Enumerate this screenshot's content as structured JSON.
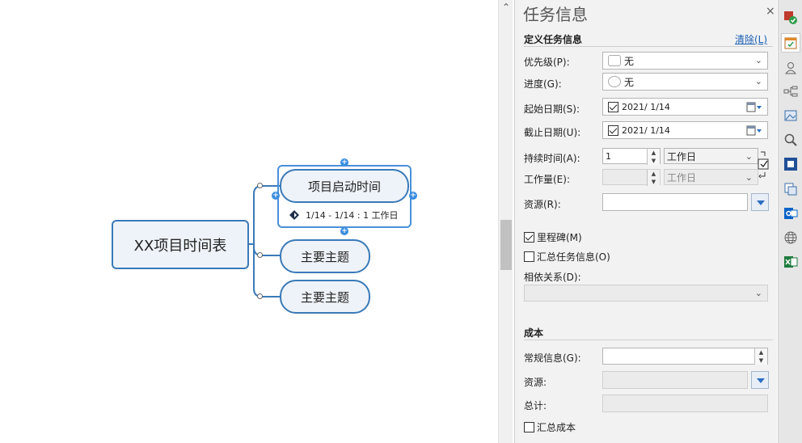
{
  "mindmap": {
    "central_topic": "XX项目时间表",
    "topics": [
      {
        "label": "项目启动时间",
        "task_info": "1/14 - 1/14 : 1 工作日"
      },
      {
        "label": "主要主题"
      },
      {
        "label": "主要主题"
      }
    ]
  },
  "panel": {
    "title": "任务信息",
    "close_glyph": "×",
    "section_define": "定义任务信息",
    "clear_link": "清除(L)",
    "priority_label": "优先级(P):",
    "priority_value": "无",
    "progress_label": "进度(G):",
    "progress_value": "无",
    "start_label": "起始日期(S):",
    "start_value": "2021/  1/14",
    "end_label": "截止日期(U):",
    "end_value": "2021/  1/14",
    "duration_label": "持续时间(A):",
    "duration_value": "1",
    "duration_unit": "工作日",
    "effort_label": "工作量(E):",
    "effort_unit": "工作日",
    "resource_label": "资源(R):",
    "milestone_label": "里程碑(M)",
    "summary_task_label": "汇总任务信息(O)",
    "dependency_label": "相依关系(D):",
    "cost_section": "成本",
    "general_label": "常规信息(G):",
    "cost_resource_label": "资源:",
    "total_label": "总计:",
    "summary_cost_label": "汇总成本"
  },
  "states": {
    "start_checked": true,
    "end_checked": true,
    "milestone_checked": true,
    "summary_task_checked": false,
    "summary_cost_checked": false
  },
  "toolbar_icons": [
    "format-icon",
    "task-info-icon",
    "resource-icon",
    "relationship-icon",
    "image-icon",
    "search-icon",
    "fit-icon",
    "copy-icon",
    "outlook-icon",
    "web-icon",
    "excel-icon"
  ],
  "colors": {
    "accent": "#3a7ab8",
    "selection": "#4a90d9",
    "link": "#1a5fb4"
  }
}
